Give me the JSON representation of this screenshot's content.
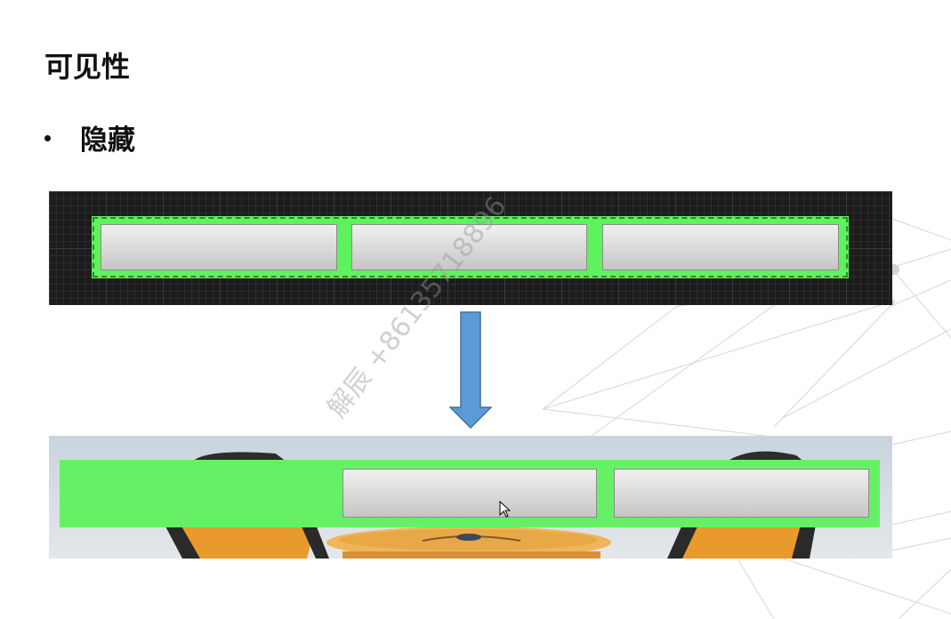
{
  "slide": {
    "title": "可见性",
    "bullet": "隐藏"
  },
  "watermark": "解辰 +86135718896",
  "colors": {
    "designer_background": "#1c1c1c",
    "canvas_green": "#5ff25f",
    "arrow_blue": "#5b9bd5",
    "chair_orange": "#e89a2c"
  },
  "icons": {
    "arrow": "down-arrow-icon",
    "cursor": "mouse-pointer-icon"
  }
}
